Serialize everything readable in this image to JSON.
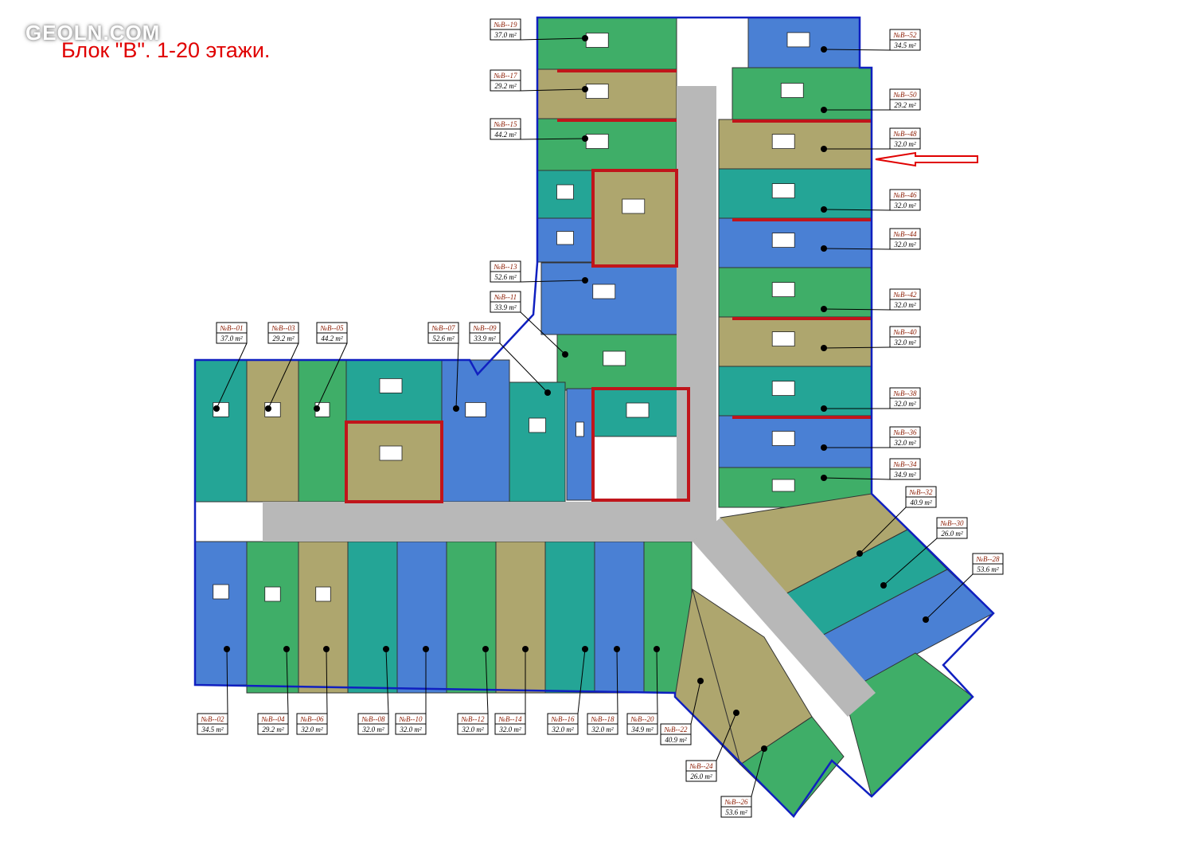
{
  "watermark": "GEOLN.COM",
  "title": "Блок \"B\". 1-20 этажи.",
  "area_unit": "m²",
  "units": [
    {
      "id": "№B--19",
      "area": "37.0"
    },
    {
      "id": "№B--17",
      "area": "29.2"
    },
    {
      "id": "№B--15",
      "area": "44.2"
    },
    {
      "id": "№B--13",
      "area": "52.6"
    },
    {
      "id": "№B--11",
      "area": "33.9"
    },
    {
      "id": "№B--01",
      "area": "37.0"
    },
    {
      "id": "№B--03",
      "area": "29.2"
    },
    {
      "id": "№B--05",
      "area": "44.2"
    },
    {
      "id": "№B--07",
      "area": "52.6"
    },
    {
      "id": "№B--09",
      "area": "33.9"
    },
    {
      "id": "№B--52",
      "area": "34.5"
    },
    {
      "id": "№B--50",
      "area": "29.2"
    },
    {
      "id": "№B--48",
      "area": "32.0"
    },
    {
      "id": "№B--46",
      "area": "32.0"
    },
    {
      "id": "№B--44",
      "area": "32.0"
    },
    {
      "id": "№B--42",
      "area": "32.0"
    },
    {
      "id": "№B--40",
      "area": "32.0"
    },
    {
      "id": "№B--38",
      "area": "32.0"
    },
    {
      "id": "№B--36",
      "area": "32.0"
    },
    {
      "id": "№B--34",
      "area": "34.9"
    },
    {
      "id": "№B--32",
      "area": "40.9"
    },
    {
      "id": "№B--30",
      "area": "26.0"
    },
    {
      "id": "№B--28",
      "area": "53.6"
    },
    {
      "id": "№B--02",
      "area": "34.5"
    },
    {
      "id": "№B--04",
      "area": "29.2"
    },
    {
      "id": "№B--06",
      "area": "32.0"
    },
    {
      "id": "№B--08",
      "area": "32.0"
    },
    {
      "id": "№B--10",
      "area": "32.0"
    },
    {
      "id": "№B--12",
      "area": "32.0"
    },
    {
      "id": "№B--14",
      "area": "32.0"
    },
    {
      "id": "№B--16",
      "area": "32.0"
    },
    {
      "id": "№B--18",
      "area": "32.0"
    },
    {
      "id": "№B--20",
      "area": "34.9"
    },
    {
      "id": "№B--22",
      "area": "40.9"
    },
    {
      "id": "№B--24",
      "area": "26.0"
    },
    {
      "id": "№B--26",
      "area": "53.6"
    }
  ],
  "colors": {
    "blue": "#4a80d4",
    "teal": "#24a596",
    "green": "#3fae68",
    "olive": "#aea66e",
    "corridor": "#b8b8b8",
    "wall": "#c0151b",
    "outline": "#1020c0",
    "arrow": "#e00000"
  }
}
